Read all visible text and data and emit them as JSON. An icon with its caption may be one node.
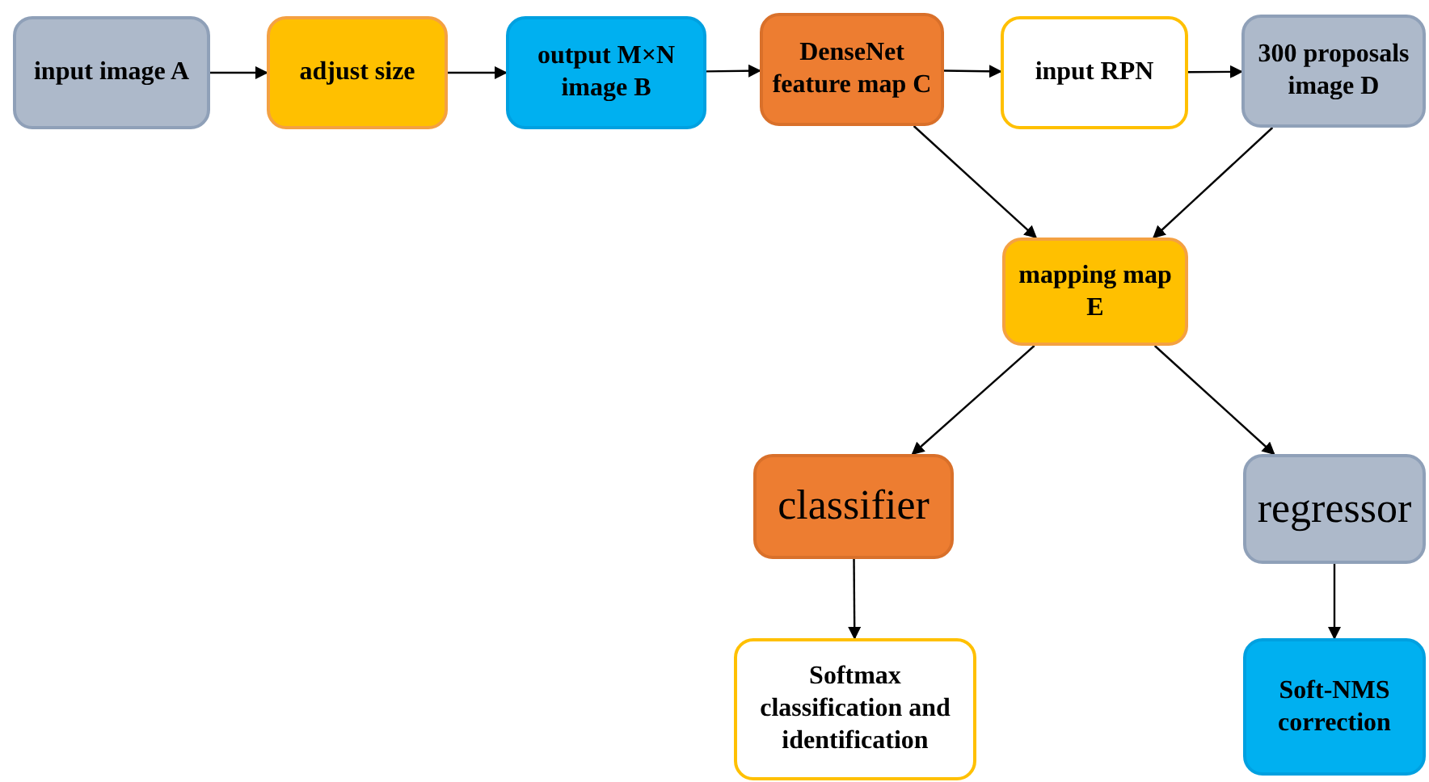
{
  "diagram": {
    "nodes": [
      {
        "text": [
          "input image A"
        ]
      },
      {
        "text": [
          "adjust size"
        ]
      },
      {
        "text": [
          "output M×N image B"
        ]
      },
      {
        "text": [
          "DenseNet feature map C"
        ]
      },
      {
        "text": [
          "input RPN"
        ]
      },
      {
        "text": [
          "300 proposals image D"
        ]
      },
      {
        "text": [
          "mapping map E"
        ]
      },
      {
        "text": [
          "classifier"
        ]
      },
      {
        "text": [
          "regressor"
        ]
      },
      {
        "text": [
          "Softmax classification and identification"
        ]
      },
      {
        "text": [
          "Soft-NMS correction"
        ]
      }
    ],
    "edges": [
      {
        "from": 0,
        "to": 1,
        "arrow": "to"
      },
      {
        "from": 1,
        "to": 2,
        "arrow": "to"
      },
      {
        "from": 2,
        "to": 3,
        "arrow": "to"
      },
      {
        "from": 3,
        "to": 4,
        "arrow": "to"
      },
      {
        "from": 4,
        "to": 5,
        "arrow": "to"
      },
      {
        "from": 3,
        "to": 6,
        "arrow": "to"
      },
      {
        "from": 5,
        "to": 6,
        "arrow": "to"
      },
      {
        "from": 6,
        "to": 7,
        "arrow": "to"
      },
      {
        "from": 6,
        "to": 8,
        "arrow": "to"
      },
      {
        "from": 7,
        "to": 9,
        "arrow": "to"
      },
      {
        "from": 8,
        "to": 10,
        "arrow": "to"
      }
    ]
  }
}
